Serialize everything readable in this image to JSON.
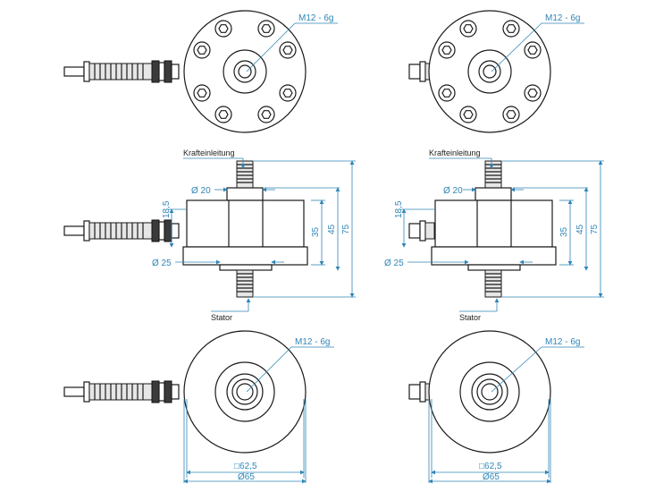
{
  "labels": {
    "thread": "M12 - 6g",
    "force_input": "Krafteinleitung",
    "stator": "Stator",
    "dia_20": "Ø 20",
    "dia_25": "Ø 25",
    "dim_18_5": "18,5",
    "dim_35": "35",
    "dim_45": "45",
    "dim_75": "75",
    "square_62_5": "□62,5",
    "dia_65": "Ø65"
  },
  "views": [
    {
      "id": "left",
      "cable": "long-cable"
    },
    {
      "id": "right",
      "cable": "short-connector"
    }
  ]
}
